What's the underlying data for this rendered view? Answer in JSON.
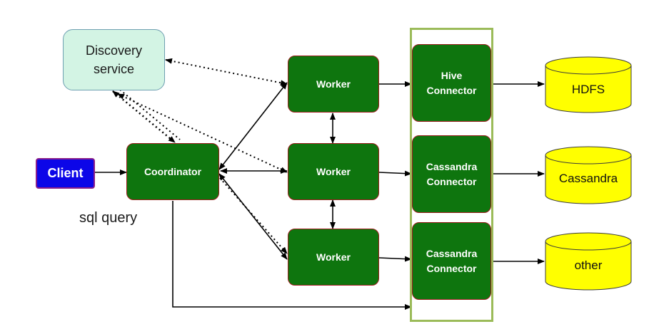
{
  "nodes": {
    "discovery": "Discovery\nservice",
    "client": "Client",
    "coordinator": "Coordinator",
    "sql_query": "sql query",
    "worker_1": "Worker",
    "worker_2": "Worker",
    "worker_3": "Worker",
    "connector_1": "Hive\nConnector",
    "connector_2": "Cassandra\nConnector",
    "connector_3": "Cassandra\nConnector",
    "storage_1": "HDFS",
    "storage_2": "Cassandra",
    "storage_3": "other"
  },
  "colors": {
    "node_green": "#0e750e",
    "node_border": "#9b1c1c",
    "discovery_fill": "#d3f4e4",
    "client_fill": "#0c06e8",
    "storage_fill": "#ffff00",
    "panel_border": "#9bbb59"
  }
}
